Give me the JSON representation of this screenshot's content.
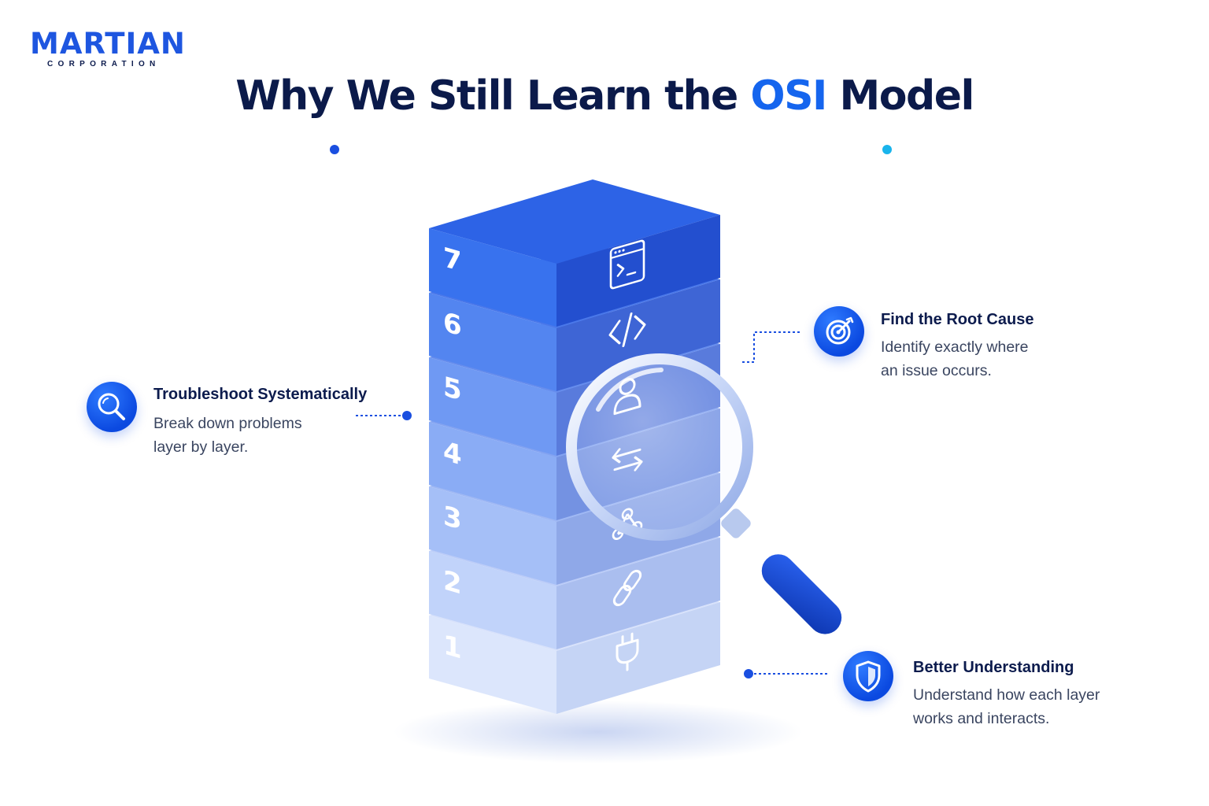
{
  "brand": {
    "name": "MARTIAN",
    "tagline": "CORPORATION",
    "color": "#1e56e0"
  },
  "title": {
    "part1": "Why We Still Learn the ",
    "highlight": "OSI",
    "part2": " Model"
  },
  "colors": {
    "navy": "#0b1a4a",
    "accent": "#1565ee",
    "cyan": "#19b4ec"
  },
  "layers": [
    {
      "number": "7",
      "icon": "terminal-window-icon"
    },
    {
      "number": "6",
      "icon": "code-brackets-icon"
    },
    {
      "number": "5",
      "icon": "user-icon"
    },
    {
      "number": "4",
      "icon": "exchange-arrows-icon"
    },
    {
      "number": "3",
      "icon": "network-nodes-icon"
    },
    {
      "number": "2",
      "icon": "chain-link-icon"
    },
    {
      "number": "1",
      "icon": "power-plug-icon"
    }
  ],
  "callouts": {
    "troubleshoot": {
      "icon": "magnifier-icon",
      "title": "Troubleshoot Systematically",
      "desc": "Break down problems\nlayer by layer."
    },
    "root_cause": {
      "icon": "target-icon",
      "title": "Find the Root Cause",
      "desc": "Identify exactly where\nan issue occurs."
    },
    "understanding": {
      "icon": "shield-icon",
      "title": "Better Understanding",
      "desc": "Understand how each layer\nworks and interacts."
    }
  }
}
